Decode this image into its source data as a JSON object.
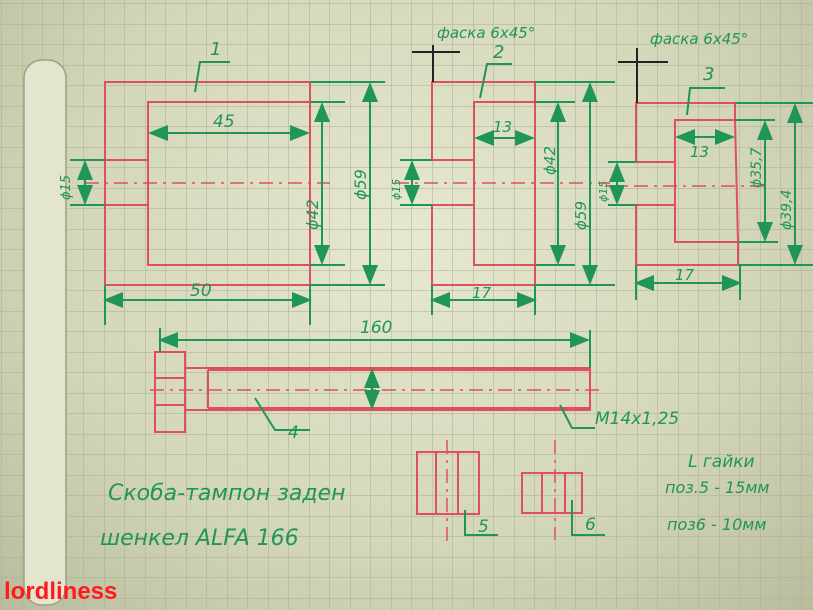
{
  "parts": {
    "p1": {
      "label": "1",
      "width": "45",
      "length": "50",
      "inner_dia": "ϕ42",
      "outer_dia": "ϕ59",
      "hole_dia": "ϕ15"
    },
    "p2": {
      "label": "2",
      "chamfer": "фаска 6x45°",
      "inner_width": "13",
      "length": "17",
      "inner_dia": "ϕ42",
      "outer_dia": "ϕ59",
      "hole_dia": "ϕ15"
    },
    "p3": {
      "label": "3",
      "chamfer": "фаска 6x45°",
      "inner_width": "13",
      "length": "17",
      "inner_dia": "ϕ35,7",
      "outer_dia": "ϕ39,4",
      "hole_dia": "ϕ15"
    },
    "p4": {
      "label": "4",
      "length": "160",
      "thread": "M14x1,25"
    },
    "p5": {
      "label": "5"
    },
    "p6": {
      "label": "6"
    }
  },
  "title": {
    "line1": "Скоба-тампон заден",
    "line2": "шенкел ALFA 166"
  },
  "nut_note": {
    "title": "L гайки",
    "pos5": "поз.5 - 15мм",
    "pos6": "поз6 - 10мм"
  },
  "watermark": "lordliness"
}
